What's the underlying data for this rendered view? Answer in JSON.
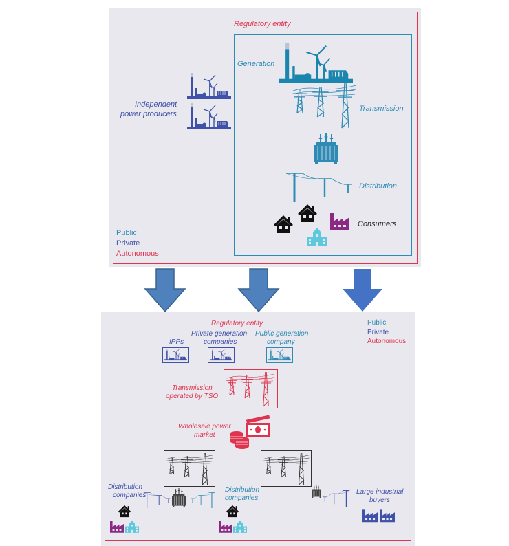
{
  "colors": {
    "public": "#2e8bb5",
    "private": "#3f51a8",
    "autonomous": "#e0334d",
    "panel_bg": "#e9e8ee",
    "arrow": "#4f81bd",
    "arrow_alt": "#4472c4",
    "consumer_black": "#111111",
    "industry_purple": "#8b2a85",
    "building_cyan": "#5ec8dc"
  },
  "top_panel": {
    "regulatory_label": "Regulatory entity",
    "ipp_label_line1": "Independent",
    "ipp_label_line2": "power producers",
    "chain": {
      "generation": "Generation",
      "transmission": "Transmission",
      "distribution": "Distribution",
      "consumers": "Consumers"
    },
    "legend": [
      "Public",
      "Private",
      "Autonomous"
    ]
  },
  "arrows": [
    {
      "name": "arrow-left"
    },
    {
      "name": "arrow-middle"
    },
    {
      "name": "arrow-right"
    }
  ],
  "bottom_panel": {
    "regulatory_label": "Regulatory entity",
    "legend": [
      "Public",
      "Private",
      "Autonomous"
    ],
    "generators": [
      {
        "line1": "IPPs",
        "line2": "",
        "owner": "private"
      },
      {
        "line1": "Private generation",
        "line2": "companies",
        "owner": "private"
      },
      {
        "line1": "Public generation",
        "line2": "company",
        "owner": "public"
      }
    ],
    "tso_line1": "Transmission",
    "tso_line2": "operated by TSO",
    "market_line1": "Wholesale power",
    "market_line2": "market",
    "dist_private_line1": "Distribution",
    "dist_private_line2": "companies",
    "dist_public_line1": "Distribution",
    "dist_public_line2": "companies",
    "industrial_line1": "Large industrial",
    "industrial_line2": "buyers"
  }
}
